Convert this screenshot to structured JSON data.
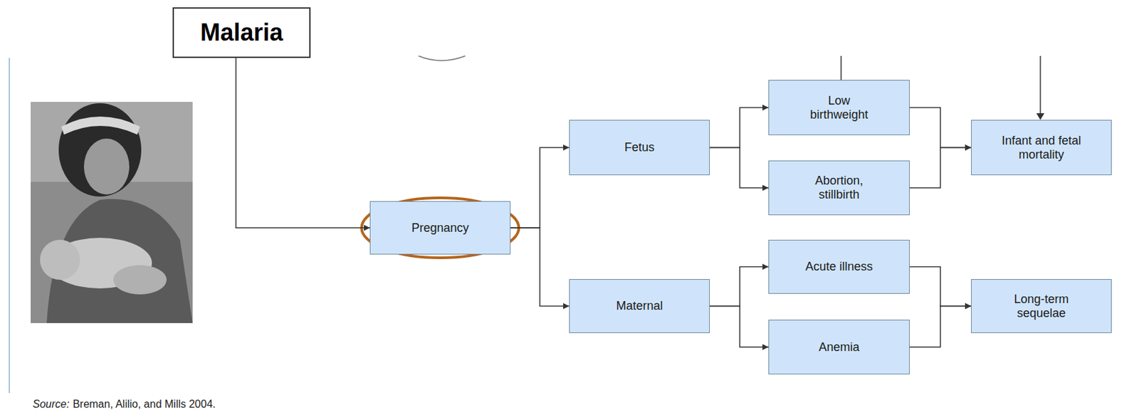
{
  "diagram": {
    "nodes": [
      {
        "text": [
          "Malaria"
        ]
      },
      {
        "text": [
          "Pregnancy"
        ]
      },
      {
        "text": [
          "Fetus"
        ]
      },
      {
        "text": [
          "Maternal"
        ]
      },
      {
        "text": [
          "Low birthweight"
        ]
      },
      {
        "text": [
          "Abortion, stillbirth"
        ]
      },
      {
        "text": [
          "Acute illness"
        ]
      },
      {
        "text": [
          "Anemia"
        ]
      },
      {
        "text": [
          "Infant and fetal mortality"
        ]
      },
      {
        "text": [
          "Long-term sequelae"
        ]
      }
    ],
    "edges": [
      {
        "from": 0,
        "to": 1,
        "arrow": "to"
      },
      {
        "from": 1,
        "to": 2,
        "arrow": "to"
      },
      {
        "from": 1,
        "to": 3,
        "arrow": "to"
      },
      {
        "from": 2,
        "to": 4,
        "arrow": "to"
      },
      {
        "from": 2,
        "to": 5,
        "arrow": "to"
      },
      {
        "from": 3,
        "to": 6,
        "arrow": "to"
      },
      {
        "from": 3,
        "to": 7,
        "arrow": "to"
      },
      {
        "from": 4,
        "to": 8,
        "arrow": "to"
      },
      {
        "from": 5,
        "to": 8,
        "arrow": "to"
      },
      {
        "from": 6,
        "to": 9,
        "arrow": "to"
      },
      {
        "from": 7,
        "to": 9,
        "arrow": "to"
      }
    ],
    "labels": [
      "Source:",
      "Breman, Alilio, and Mills 2004."
    ]
  }
}
